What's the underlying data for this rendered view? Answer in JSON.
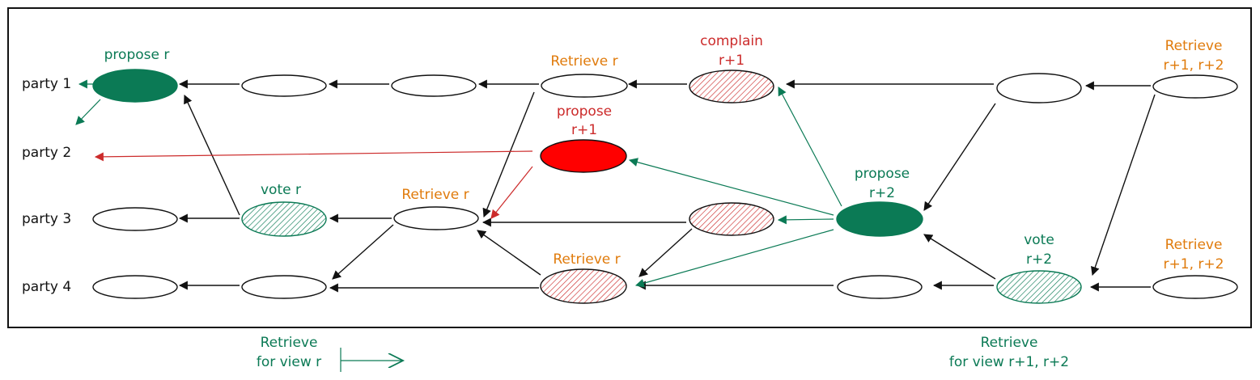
{
  "colors": {
    "green": "#0b7a55",
    "orange": "#e07b0c",
    "red": "#cc2b2b",
    "bright_red": "#ff0000",
    "black": "#111111"
  },
  "parties": [
    "party 1",
    "party 2",
    "party 3",
    "party 4"
  ],
  "annotations": {
    "propose_r": "propose r",
    "retrieve_r_top": "Retrieve r",
    "complain_1": "complain",
    "complain_2": "r+1",
    "propose_r1_1": "propose",
    "propose_r1_2": "r+1",
    "retrieve_r12_top_1": "Retrieve",
    "retrieve_r12_top_2": "r+1, r+2",
    "vote_r": "vote r",
    "retrieve_r_mid": "Retrieve r",
    "propose_r2_1": "propose",
    "propose_r2_2": "r+2",
    "retrieve_r_low": "Retrieve r",
    "vote_r2_1": "vote",
    "vote_r2_2": "r+2",
    "retrieve_r12_bottom_1": "Retrieve",
    "retrieve_r12_bottom_2": "r+1, r+2"
  },
  "legend": {
    "left_1": "Retrieve",
    "left_2": "for view r",
    "right_1": "Retrieve",
    "right_2": "for view r+1, r+2"
  }
}
